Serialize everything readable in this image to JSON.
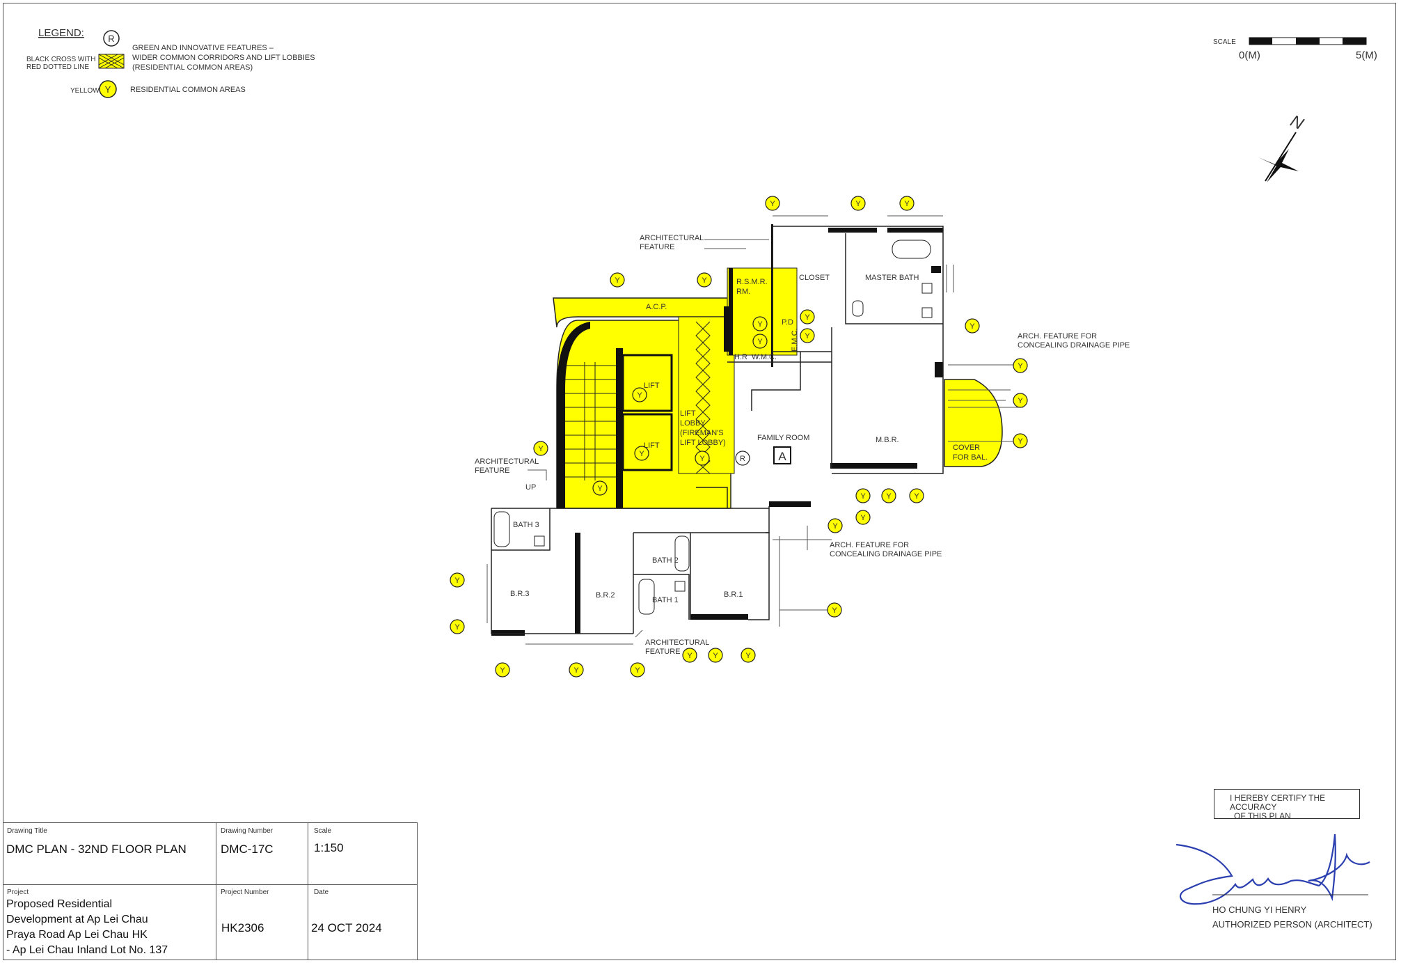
{
  "legend": {
    "title": "LEGEND:",
    "r_symbol": "R",
    "y_symbol": "Y",
    "cross_label_1": "BLACK CROSS WITH",
    "cross_label_2": "RED DOTTED LINE",
    "cross_desc_1": "GREEN AND INNOVATIVE FEATURES –",
    "cross_desc_2": "WIDER COMMON CORRIDORS AND LIFT LOBBIES",
    "cross_desc_3": "(RESIDENTIAL COMMON AREAS)",
    "yellow_label": "YELLOW",
    "yellow_desc": "RESIDENTIAL COMMON AREAS"
  },
  "scale_bar": {
    "label": "SCALE",
    "start": "0(M)",
    "end": "5(M)"
  },
  "north": {
    "label": "N"
  },
  "rooms": {
    "acp": "A.C.P.",
    "rsmr_1": "R.S.M.R.",
    "rsmr_2": "RM.",
    "closet": "CLOSET",
    "master_bath": "MASTER BATH",
    "pd": "P.D",
    "emc": "E.M.C.",
    "hr": "H.R",
    "wmc": "W.M.C.",
    "lift_1": "LIFT",
    "lift_2": "LIFT",
    "lift_lobby_1": "LIFT",
    "lift_lobby_2": "LOBBY",
    "lift_lobby_3": "(FIREMAN'S",
    "lift_lobby_4": "LIFT LOBBY)",
    "family_room": "FAMILY ROOM",
    "unit": "A",
    "mbr": "M.B.R.",
    "cover_bal_1": "COVER",
    "cover_bal_2": "FOR BAL.",
    "bath3": "BATH 3",
    "up": "UP",
    "bath2": "BATH 2",
    "bath1": "BATH 1",
    "br3": "B.R.3",
    "br2": "B.R.2",
    "br1": "B.R.1"
  },
  "annotations": {
    "arch_feature_1": "ARCHITECTURAL",
    "arch_feature_2": "FEATURE",
    "arch_drain_1": "ARCH. FEATURE FOR",
    "arch_drain_2": "CONCEALING DRAINAGE PIPE"
  },
  "markers": {
    "y": "Y",
    "r": "R"
  },
  "title_block": {
    "drawing_title_label": "Drawing Title",
    "drawing_title": "DMC PLAN - 32ND FLOOR PLAN",
    "drawing_number_label": "Drawing Number",
    "drawing_number": "DMC-17C",
    "scale_label": "Scale",
    "scale": "1:150",
    "project_label": "Project",
    "project_lines": [
      "Proposed Residential",
      "Development at Ap Lei Chau",
      "Praya Road Ap Lei Chau HK",
      "- Ap Lei Chau Inland Lot No. 137"
    ],
    "project_number_label": "Project Number",
    "project_number": "HK2306",
    "date_label": "Date",
    "date": "24 OCT 2024"
  },
  "certification": {
    "line1": "I HEREBY CERTIFY THE ACCURACY",
    "line2": "OF THIS PLAN",
    "name": "HO CHUNG YI HENRY",
    "role": "AUTHORIZED PERSON (ARCHITECT)"
  },
  "colors": {
    "yellow": "#ffff00",
    "wall": "#111111",
    "line": "#555555"
  }
}
